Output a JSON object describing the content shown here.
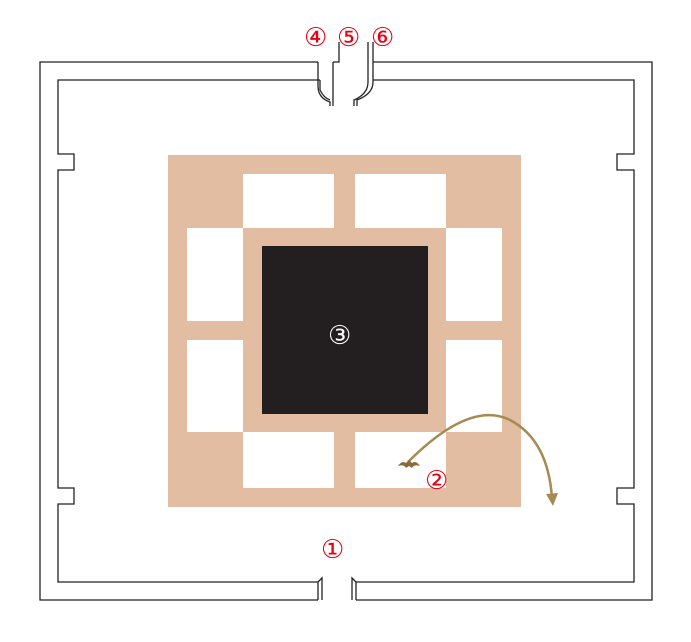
{
  "markers": [
    {
      "id": "m1",
      "label": "①",
      "color": "#e60012"
    },
    {
      "id": "m2",
      "label": "②",
      "color": "#e60012"
    },
    {
      "id": "m3",
      "label": "③",
      "color": "#ffffff"
    },
    {
      "id": "m4",
      "label": "④",
      "color": "#e60012"
    },
    {
      "id": "m5",
      "label": "⑤",
      "color": "#e60012"
    },
    {
      "id": "m6",
      "label": "⑥",
      "color": "#e60012"
    }
  ],
  "colors": {
    "wall": "#222222",
    "tan": "#e2bda2",
    "center": "#231f20",
    "arrow": "#a68a54",
    "marker": "#e60012"
  },
  "icons": [
    "bat-icon",
    "curved-arrow-icon"
  ]
}
